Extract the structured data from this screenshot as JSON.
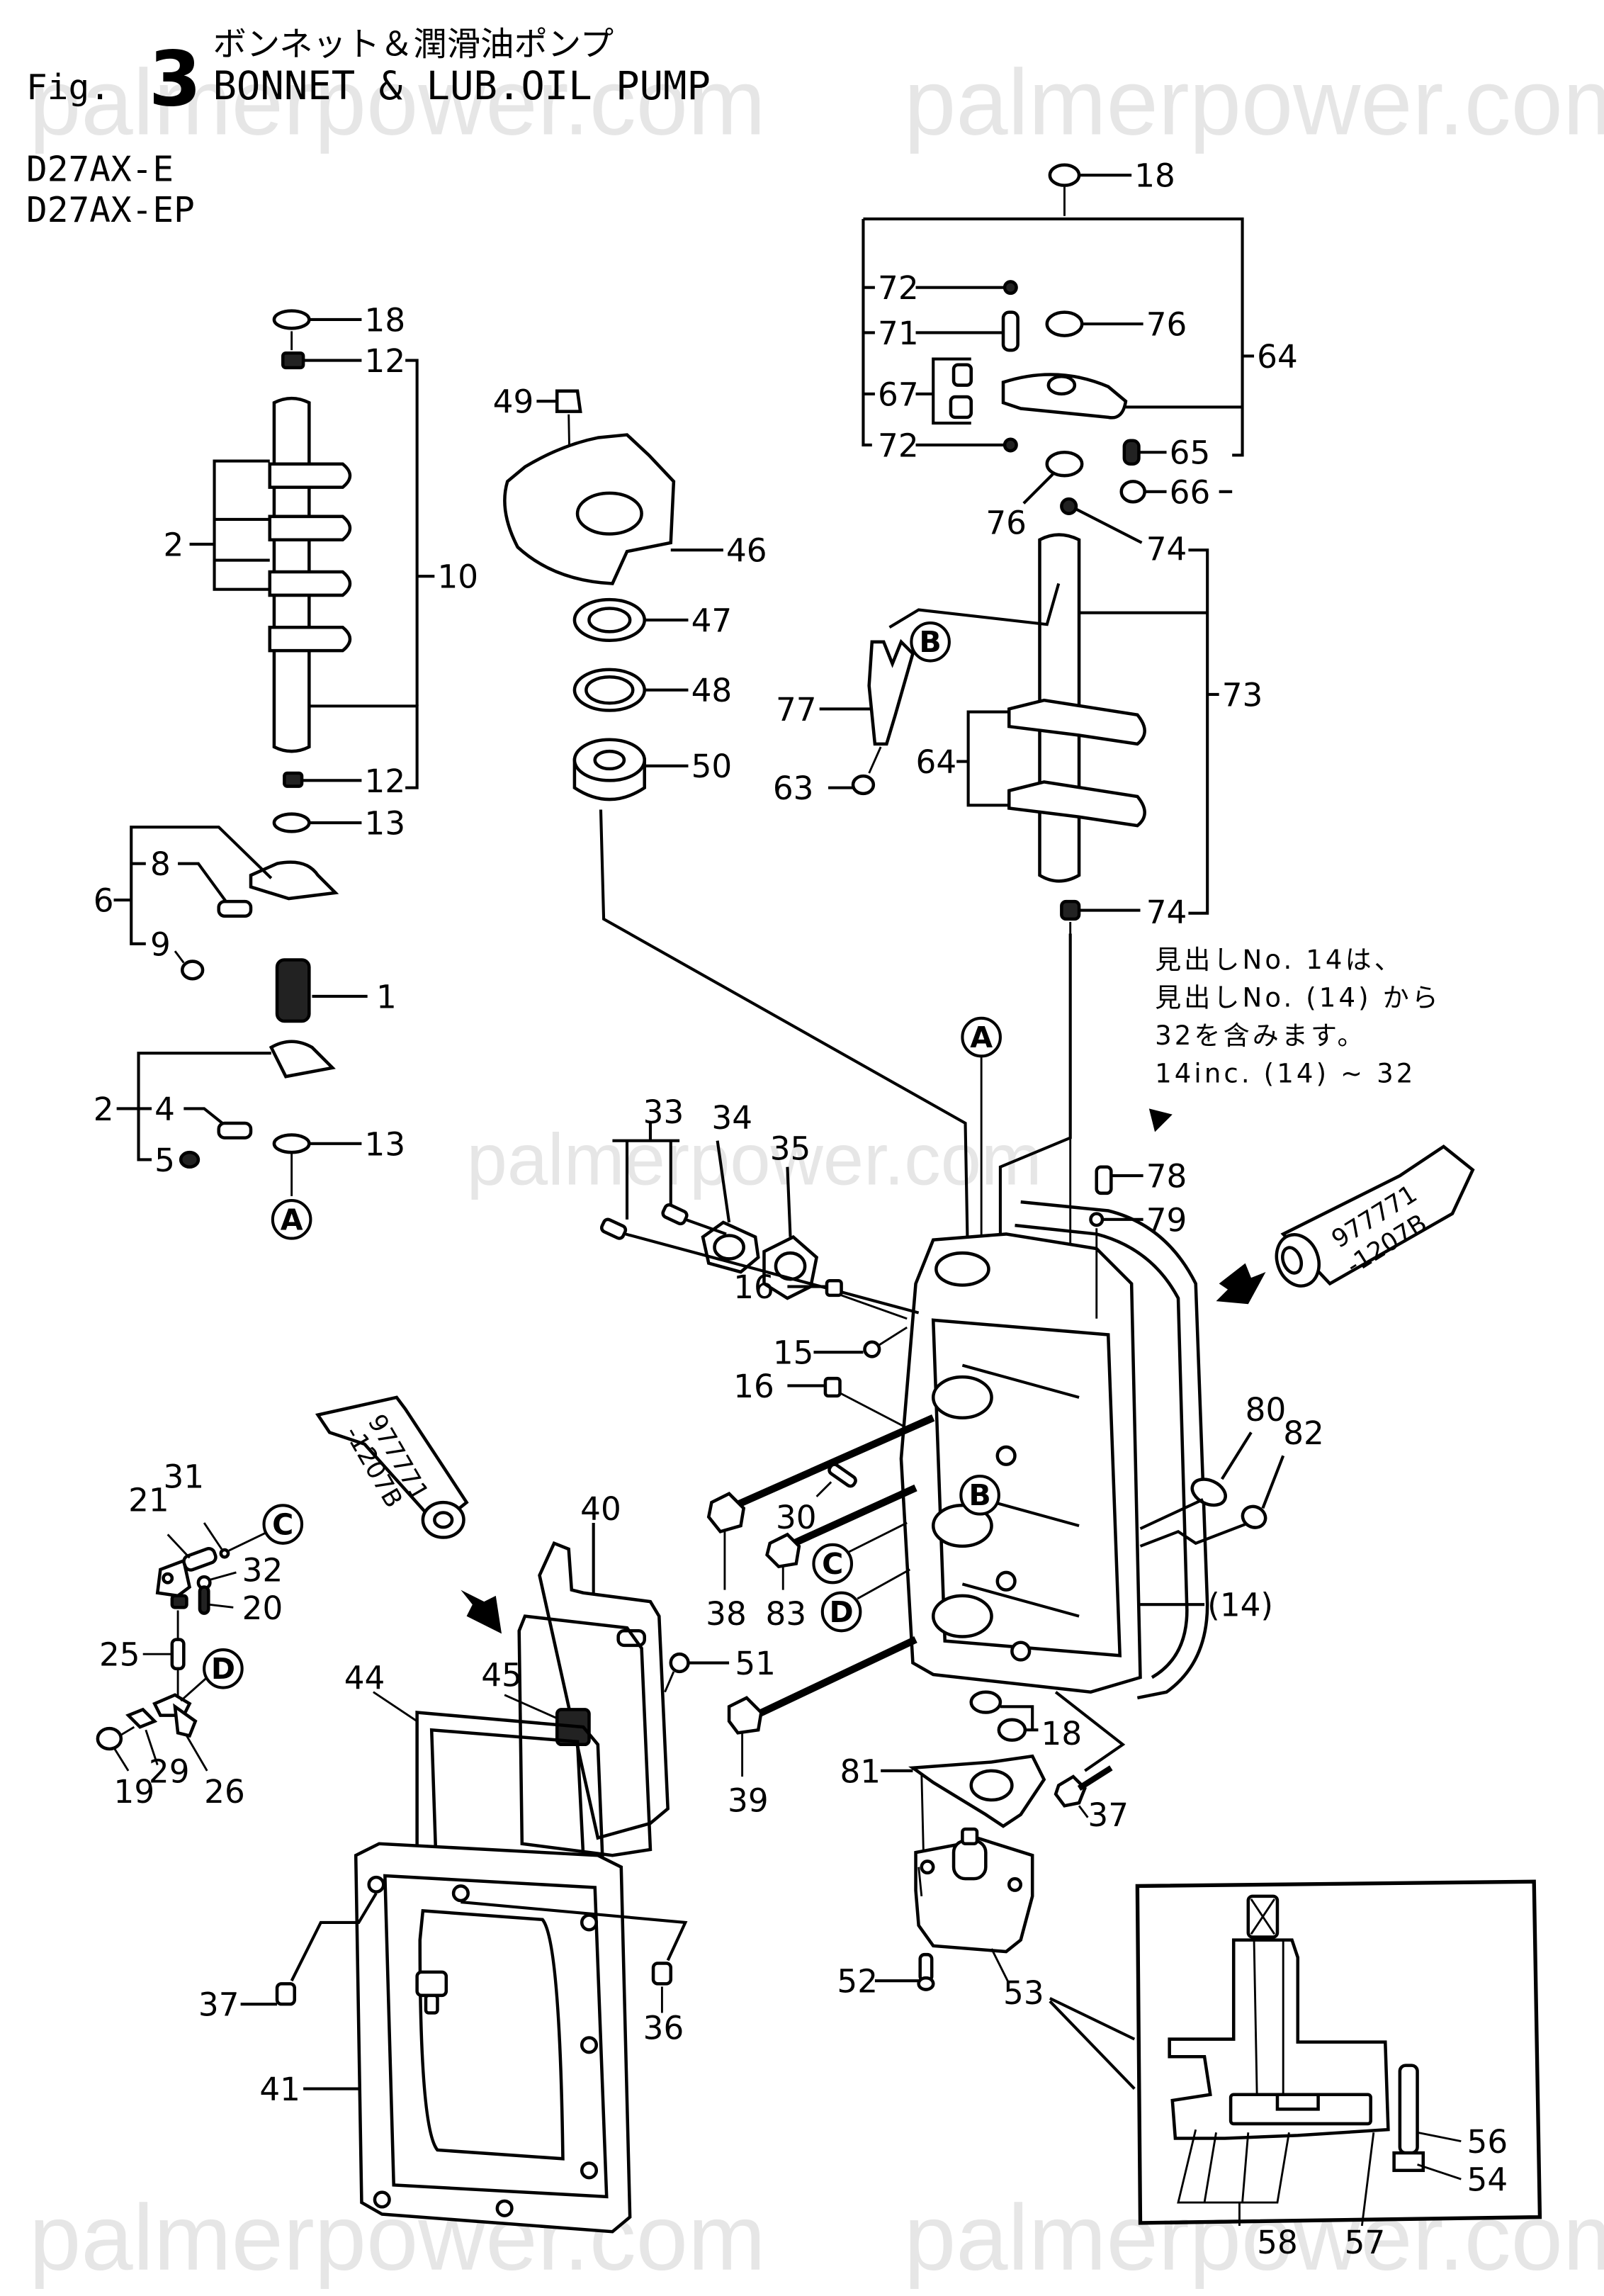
{
  "watermark": "palmerpower.com",
  "header": {
    "fig_prefix": "Fig.",
    "fig_number": "3",
    "title_jp": "ボンネット＆潤滑油ポンプ",
    "title_en": "BONNET & LUB.OIL PUMP",
    "models": [
      "D27AX-E",
      "D27AX-EP"
    ]
  },
  "note": {
    "lines": [
      "見出しNo. 14は、",
      "見出しNo. (14) から",
      "32を含みます。",
      "14inc. (14) ~ 32"
    ]
  },
  "sealant_tube": {
    "line1": "977771",
    "line2": "-1207B"
  },
  "reference_markers": [
    "A",
    "B",
    "C",
    "D"
  ],
  "callouts": {
    "c18a": "18",
    "c12a": "12",
    "c2a": "2",
    "c10": "10",
    "c12b": "12",
    "c13a": "13",
    "c6": "6",
    "c8": "8",
    "c9": "9",
    "c1": "1",
    "c2b": "2",
    "c4": "4",
    "c5": "5",
    "c13b": "13",
    "c49": "49",
    "c46": "46",
    "c47": "47",
    "c48": "48",
    "c50": "50",
    "c18b": "18",
    "c72a": "72",
    "c71": "71",
    "c76a": "76",
    "c64a": "64",
    "c67": "67",
    "c72b": "72",
    "c65": "65",
    "c66": "66",
    "c76b": "76",
    "c74a": "74",
    "c73": "73",
    "c77": "77",
    "c63": "63",
    "c64b": "64",
    "c74b": "74",
    "c33": "33",
    "c34": "34",
    "c35": "35",
    "c78": "78",
    "c79": "79",
    "c16a": "16",
    "c15": "15",
    "c16b": "16",
    "c80": "80",
    "c82": "82",
    "c30": "30",
    "c38": "38",
    "c83": "83",
    "c14": "(14)",
    "c31": "31",
    "c21": "21",
    "c32": "32",
    "c20": "20",
    "c25": "25",
    "c19": "19",
    "c29": "29",
    "c26": "26",
    "c40": "40",
    "c44": "44",
    "c45": "45",
    "c51": "51",
    "c39": "39",
    "c81": "81",
    "c18c": "18",
    "c37a": "37",
    "c52": "52",
    "c53": "53",
    "c37b": "37",
    "c36": "36",
    "c41": "41",
    "c56": "56",
    "c54": "54",
    "c58": "58",
    "c57": "57"
  }
}
